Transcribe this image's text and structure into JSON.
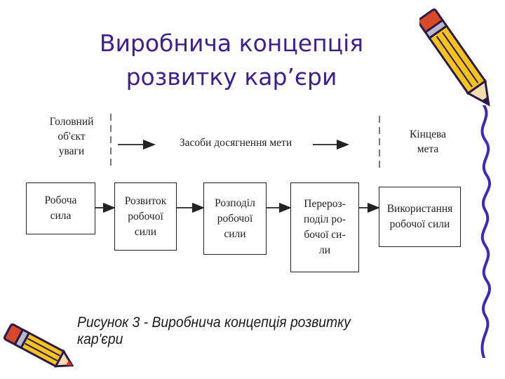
{
  "title": {
    "line1": "Виробнича концепція",
    "line2": "розвитку кар’єри"
  },
  "diagram": {
    "header_left": "Головний\nоб'єкт\nуваги",
    "header_middle": "Засоби досягнення мети",
    "header_right": "Кінцева\nмета",
    "boxes": [
      "Робоча\nсила",
      "Розвиток\nробочої\nсили",
      "Розподіл\nробочої\nсили",
      "Перероз-\nподіл ро-\nбочої си-\nли",
      "Використання\nробочої сили"
    ]
  },
  "caption": "Рисунок 3 - Виробнича концепція розвитку кар'єри",
  "colors": {
    "title": "#3f1f8f",
    "pencil_body": "#f6c21c",
    "pencil_outline": "#2a1a4a",
    "pencil_tip": "#e23b1e",
    "pencil_eraser": "#d8492a",
    "squiggle": "#3c2ab8"
  },
  "icons": [
    "pencil-icon-top-right",
    "pencil-icon-bottom-left",
    "squiggle-decoration"
  ]
}
